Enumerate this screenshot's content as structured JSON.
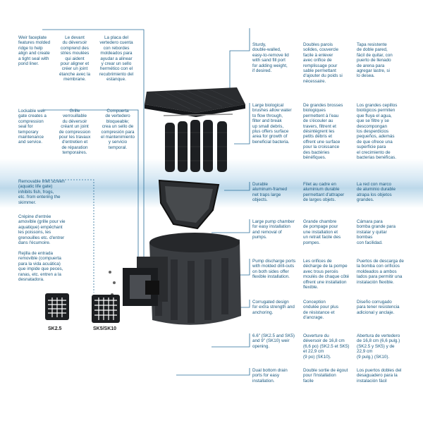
{
  "left_texts": [
    {
      "id": "weir-en",
      "text": "Weir faceplate\nfeatures molded\nridge to help\nalign and create\na tight seal with\npond liner."
    },
    {
      "id": "weir-fr",
      "text": "Le devant\ndu déversoir\ncomprend des\nstries moulées\nqui aident\npour aligner et\ncréer un joint\nétanche avec la\nmembrane."
    },
    {
      "id": "weir-es",
      "text": "La placa del\nvertedero cuenta\ncon rebordes\nmoldeados para\nayudar a alinear\ny crear un sello\nhermético con el\nrecubrimiento del\nestanque."
    },
    {
      "id": "gate-en",
      "text": "Lockable weir\ngate creates a\ncompression\nseal for\ntemporary\nmaintenance\nand service."
    },
    {
      "id": "gate-fr",
      "text": "Grille\nverrouillable\ndu déversoir\ncréant un joint\nde compression\npour les travaux\nd'entretien et\nde réparation\ntemporaires."
    },
    {
      "id": "gate-es",
      "text": "Compuerta\nde vertedero\nbloqueable;\ncrea un sello de\ncompresión para\nel mantenimiento\ny servicio\ntemporal."
    },
    {
      "id": "screen-en",
      "text": "Removable inlet screen\n(aquatic life gate)\ninhibits fish, frogs,\netc. from entering the\nskimmer."
    },
    {
      "id": "screen-fr",
      "text": "Crépine d'entrée\namovible (grille pour vie\naquatique) empêchant\nles poissons, les\ngrenouilles etc. d'entrer\ndans l'écumoire."
    },
    {
      "id": "screen-es",
      "text": "Rejilla de entrada\nremovible (compuerta\npara la vida acuática)\nque impide que peces,\nranas, etc. entren a la\ndesnatadora."
    }
  ],
  "right_texts": [
    {
      "id": "lid-en",
      "text": "Sturdy,\ndouble-walled,\neasy-to-remove lid\nwith sand fill port\nfor adding weight,\nif desired."
    },
    {
      "id": "lid-fr",
      "text": "Doubles parois\nsolides, couvercle\nfacile à enlever\navec orifice de\nremplissage pour\nsable permettant\nd'ajouter du poids si\nnécessaire."
    },
    {
      "id": "lid-es",
      "text": "Tapa resistente\nde doble pared,\nfácil de quitar, con\npuerto de llenado\nde arena para\nagregar lastre, si\nlo desea."
    },
    {
      "id": "brush-en",
      "text": "Large biological\nbrushes allow water\nto flow through,\nfilter and break\nup small debris,\nplus offers surface\narea for growth of\nbeneficial bacteria."
    },
    {
      "id": "brush-fr",
      "text": "De grandes brosses\nbiologiques\npermettent à l'eau\nde s'écouler au\ntravers, filtrent et\ndésintègrent les\npetits débris et\noffrent une surface\npour la croissance\ndes bactéries\nbénéfiques."
    },
    {
      "id": "brush-es",
      "text": "Los grandes cepillos\nbiológicos permiten\nque fluya el agua,\nque se filtre y se\ndescompongan\nlos desperdicios\npequeños, además\nde que ofrece una\nsuperficie para\nel crecimiento de\nbacterias benéficas."
    },
    {
      "id": "net-en",
      "text": "Durable\naluminum-framed\nnet traps large\nobjects."
    },
    {
      "id": "net-fr",
      "text": "Filet au cadre en\naluminium durable\npermettant d'attraper\nde larges objets."
    },
    {
      "id": "net-es",
      "text": "La red con marco\nde aluminio durable\natrapa los objetos\ngrandes."
    },
    {
      "id": "pump-en",
      "text": "Large pump chamber\nfor easy installation\nand removal of\npumps."
    },
    {
      "id": "pump-fr",
      "text": "Grande chambre\nde pompage pour\nune installation et\nun retrait facile des\npompes."
    },
    {
      "id": "pump-es",
      "text": "Cámara para\nbomba grande para\ninstalar y quitar\nbombas\ncon facilidad."
    },
    {
      "id": "ports-en",
      "text": "Pump discharge ports\nwith molded drill-outs\non both sides offer\nflexible installation."
    },
    {
      "id": "ports-fr",
      "text": "Les orifices de\ndécharge de la pompe\navec trous percés\nmoulés de chaque côté\noffrent une installation\nflexible."
    },
    {
      "id": "ports-es",
      "text": "Puertos de descarga de\nla bomba con orificios\nmoldeados a ambos\nlados para permitir una\ninstalación flexible."
    },
    {
      "id": "corr-en",
      "text": "Corrugated design\nfor extra strength and\nanchoring."
    },
    {
      "id": "corr-fr",
      "text": "Conception\nondulée pour plus\nde résistance et\nd'ancrage."
    },
    {
      "id": "corr-es",
      "text": "Diseño corrugado\npara tener resistencia\nadicional y anclaje."
    },
    {
      "id": "open-en",
      "text": "6.6\" (SK2.5 and SK5)\nand 9\" (SK10) weir\nopening."
    },
    {
      "id": "open-fr",
      "text": "Ouverture du\ndéversoir de 16,8 cm\n(6,6 po) (SK2.5 et SK5)\net 22,9 cm\n(9 po) (SK10)."
    },
    {
      "id": "open-es",
      "text": "Abertura de vertedero\nde 16,8 cm (6,6 pulg.)\n(SK2.5 y SK5) y de\n22,9 cm\n(9 pulg.) (SK10)."
    },
    {
      "id": "drain-en",
      "text": "Dual bottom drain\nports for easy\ninstallation."
    },
    {
      "id": "drain-fr",
      "text": "Double sortie de égout\npour l'installation\nfacile"
    },
    {
      "id": "drain-es",
      "text": "Los puertos dobles del\ndesaguadero para la\ninstalación fácil"
    }
  ],
  "labels": {
    "sk25": "SK2.5",
    "sk510": "SK5/SK10"
  },
  "colors": {
    "text": "#1b5a80",
    "line": "#2a6f9a",
    "body": "#3a3d41",
    "water": "#bcd8ea"
  }
}
